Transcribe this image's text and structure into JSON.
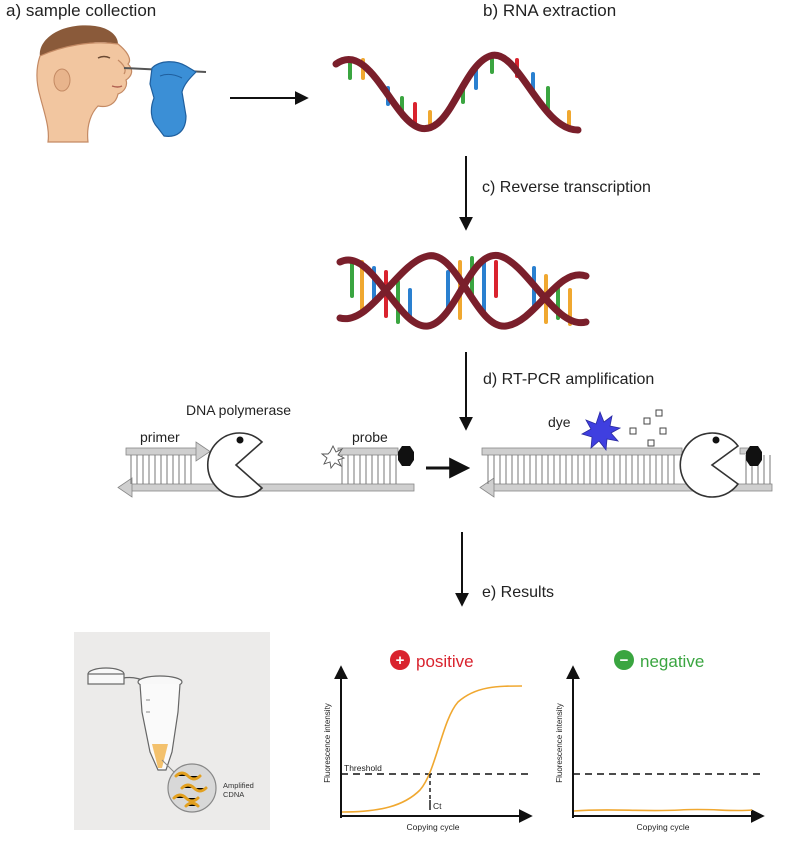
{
  "steps": {
    "a": "a) sample collection",
    "b": "b) RNA extraction",
    "c": "c) Reverse transcription",
    "d": "d) RT-PCR amplification",
    "e": "e) Results"
  },
  "pcr": {
    "polymerase": "DNA polymerase",
    "primer": "primer",
    "probe": "probe",
    "dye": "dye"
  },
  "tube": {
    "label_line1": "Amplified",
    "label_line2": "CDNA"
  },
  "positive_chart": {
    "badge_symbol": "+",
    "title": "positive",
    "ylabel": "Fluorescence intensity",
    "xlabel": "Copying cycle",
    "threshold_label": "Threshold",
    "ct_label": "Ct"
  },
  "negative_chart": {
    "badge_symbol": "−",
    "title": "negative",
    "ylabel": "Fluorescence intensity",
    "xlabel": "Copying cycle"
  },
  "colors": {
    "helix": "#7a1f2b",
    "positive": "#d9232e",
    "negative": "#3aa540",
    "curve": "#f0a830",
    "glove": "#3b8fd6",
    "dye": "#3f3fe0"
  },
  "icons": [
    "face-swab-icon",
    "glove-icon",
    "rna-strand-icon",
    "dna-helix-icon",
    "polymerase-icon",
    "probe-icon",
    "dye-burst-icon",
    "tube-icon"
  ]
}
